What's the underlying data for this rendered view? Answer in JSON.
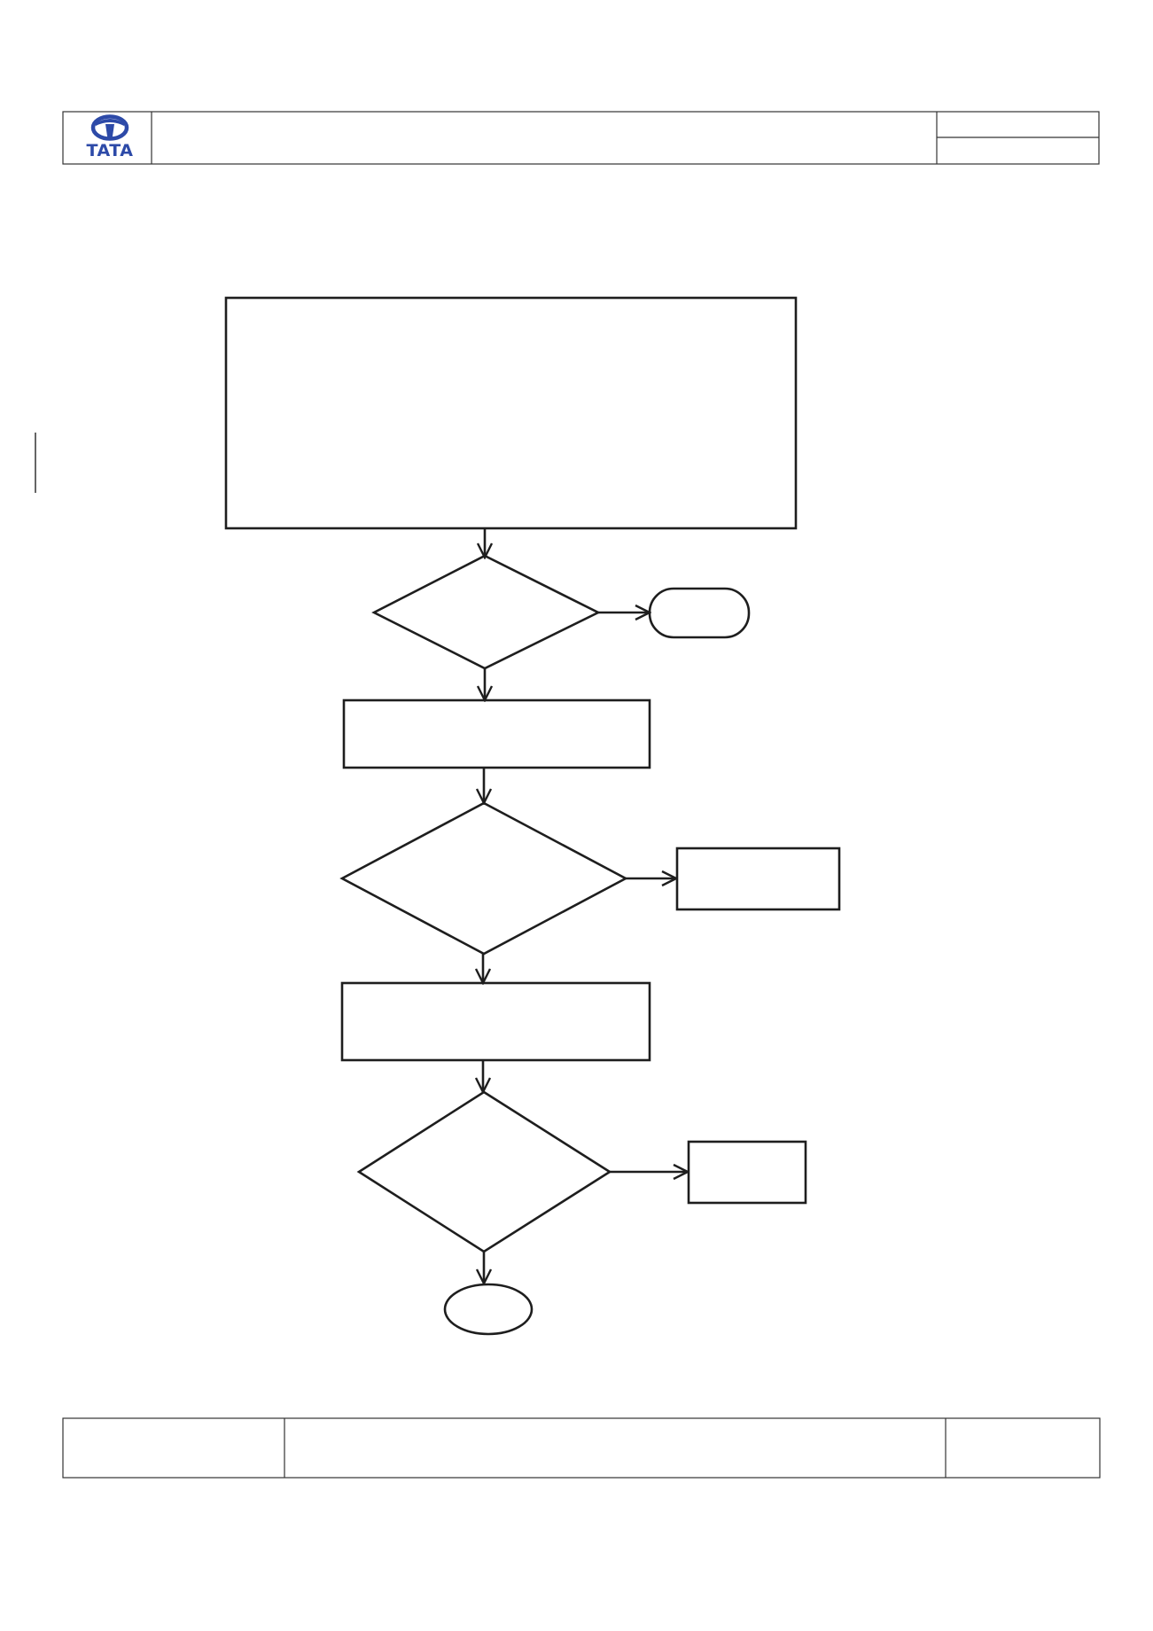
{
  "header": {
    "logo": {
      "wordmark": "TATA",
      "icon": "tata-t-logo-icon",
      "color": "#2d4aa8"
    },
    "title": "",
    "meta": [
      "",
      ""
    ]
  },
  "flowchart": {
    "stroke_color": "#1e1e1e",
    "nodes": [
      {
        "id": "intro-box",
        "shape": "rectangle",
        "text": ""
      },
      {
        "id": "decision-1",
        "shape": "diamond",
        "text": ""
      },
      {
        "id": "terminal-1",
        "shape": "rounded-terminal",
        "text": ""
      },
      {
        "id": "process-1",
        "shape": "rectangle",
        "text": ""
      },
      {
        "id": "decision-2",
        "shape": "diamond",
        "text": ""
      },
      {
        "id": "result-2",
        "shape": "rectangle",
        "text": ""
      },
      {
        "id": "process-2",
        "shape": "rectangle",
        "text": ""
      },
      {
        "id": "decision-3",
        "shape": "diamond",
        "text": ""
      },
      {
        "id": "result-3",
        "shape": "rectangle",
        "text": ""
      },
      {
        "id": "end",
        "shape": "ellipse",
        "text": ""
      }
    ],
    "edges": [
      {
        "from": "intro-box",
        "to": "decision-1"
      },
      {
        "from": "decision-1",
        "to": "terminal-1"
      },
      {
        "from": "decision-1",
        "to": "process-1"
      },
      {
        "from": "process-1",
        "to": "decision-2"
      },
      {
        "from": "decision-2",
        "to": "result-2"
      },
      {
        "from": "decision-2",
        "to": "process-2"
      },
      {
        "from": "process-2",
        "to": "decision-3"
      },
      {
        "from": "decision-3",
        "to": "result-3"
      },
      {
        "from": "decision-3",
        "to": "end"
      }
    ]
  },
  "footer": {
    "left": "",
    "center": "",
    "right": ""
  }
}
